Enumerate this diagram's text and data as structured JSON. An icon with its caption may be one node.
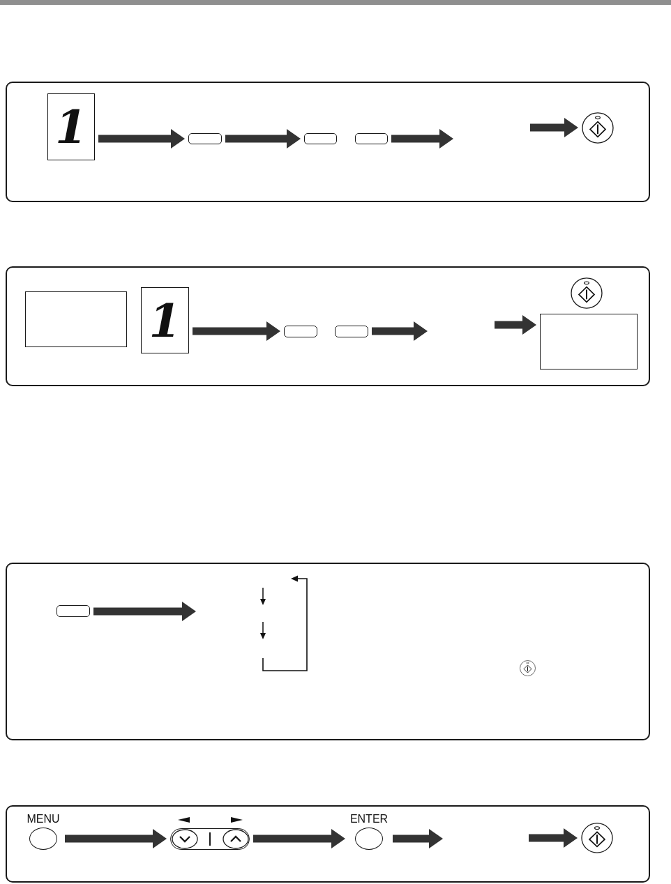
{
  "diagram": {
    "nodes": [
      {
        "text": [],
        "shape": "box"
      },
      {
        "text": [
          "1"
        ],
        "in": 0
      },
      {
        "text": [],
        "shape": "box",
        "in": 0
      },
      {
        "text": [],
        "shape": "box",
        "in": 0
      },
      {
        "text": [],
        "shape": "box",
        "in": 0
      },
      {
        "text": [],
        "shape": "circle",
        "in": 0
      },
      {
        "text": [],
        "shape": "box"
      },
      {
        "text": [],
        "shape": "box",
        "in": 6
      },
      {
        "text": [
          "1"
        ],
        "in": 6
      },
      {
        "text": [],
        "shape": "box",
        "in": 6
      },
      {
        "text": [],
        "shape": "box",
        "in": 6
      },
      {
        "text": [],
        "shape": "circle",
        "in": 6
      },
      {
        "text": [],
        "shape": "box",
        "in": 6
      },
      {
        "text": [],
        "shape": "box"
      },
      {
        "text": [],
        "shape": "box",
        "in": 13
      },
      {
        "text": [],
        "shape": "circle",
        "in": 13
      },
      {
        "text": [],
        "shape": "box"
      },
      {
        "text": [
          "MENU"
        ],
        "in": 16
      },
      {
        "text": [],
        "shape": "box",
        "in": 16
      },
      {
        "text": [
          "ENTER"
        ],
        "in": 16
      },
      {
        "text": [],
        "shape": "circle",
        "in": 16
      }
    ],
    "edges": [
      {
        "from": 1,
        "to": 2,
        "arrow": "to"
      },
      {
        "from": 2,
        "to": 3,
        "arrow": "to"
      },
      {
        "from": 4,
        "to": null,
        "arrow": "to"
      },
      {
        "from": null,
        "to": 5,
        "arrow": "to"
      },
      {
        "from": 8,
        "to": 9,
        "arrow": "to"
      },
      {
        "from": 10,
        "to": null,
        "arrow": "to"
      },
      {
        "from": null,
        "to": 12,
        "arrow": "to"
      },
      {
        "from": 14,
        "to": null,
        "arrow": "to"
      },
      {
        "from": 17,
        "to": 18,
        "arrow": "to"
      },
      {
        "from": 18,
        "to": 19,
        "arrow": "to"
      },
      {
        "from": 19,
        "to": null,
        "arrow": "to"
      },
      {
        "from": null,
        "to": 20,
        "arrow": "to"
      }
    ]
  }
}
